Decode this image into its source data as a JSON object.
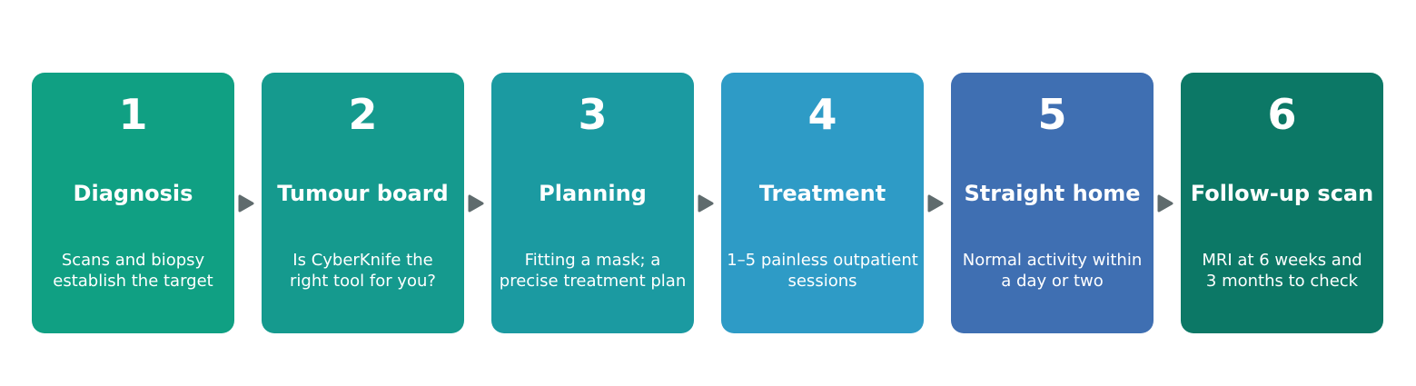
{
  "steps": [
    {
      "number": "1",
      "title": "Diagnosis",
      "desc_line1": "Scans and biopsy",
      "desc_line2": "establish the target",
      "color": "#10a083"
    },
    {
      "number": "2",
      "title": "Tumour board",
      "desc_line1": "Is CyberKnife the",
      "desc_line2": "right tool for you?",
      "color": "#159a8e"
    },
    {
      "number": "3",
      "title": "Planning",
      "desc_line1": "Fitting a mask; a",
      "desc_line2": "precise treatment plan",
      "color": "#1b9aa1"
    },
    {
      "number": "4",
      "title": "Treatment",
      "desc_line1": "1–5 painless outpatient",
      "desc_line2": "sessions",
      "color": "#2e9bc6"
    },
    {
      "number": "5",
      "title": "Straight home",
      "desc_line1": "Normal activity within",
      "desc_line2": "a day or two",
      "color": "#3f6fb2"
    },
    {
      "number": "6",
      "title": "Follow-up scan",
      "desc_line1": "MRI at 6 weeks and",
      "desc_line2": "3 months to check",
      "color": "#0c7866"
    }
  ],
  "arrow_color": "#5f6b6d",
  "arrow_icon": "chevron-right-arrow-icon"
}
